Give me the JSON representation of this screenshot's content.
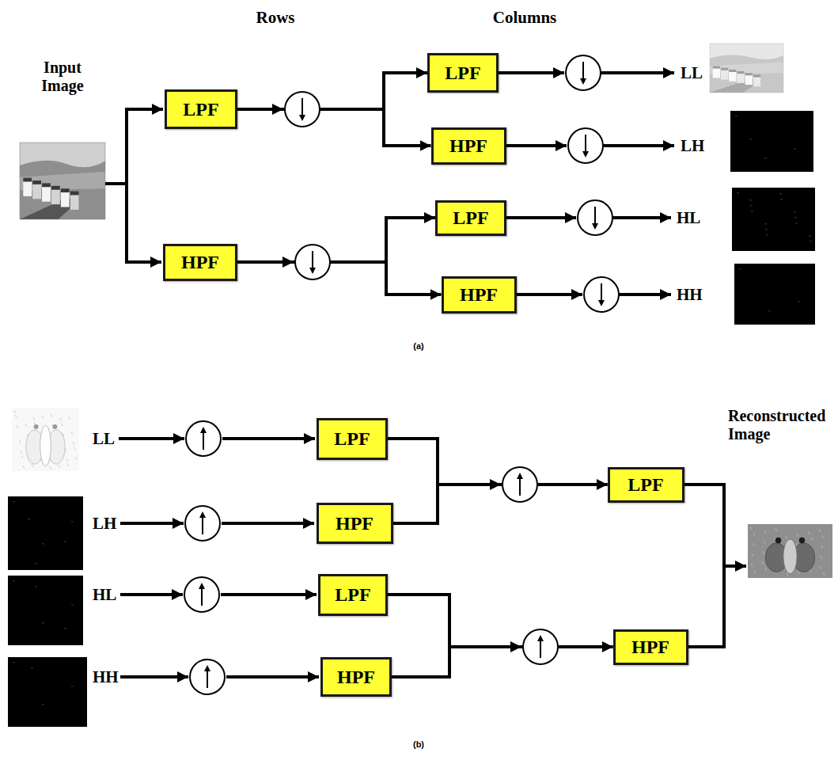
{
  "diagram": {
    "nodes": [
      {
        "text": [
          "LPF"
        ]
      },
      {
        "text": [
          "LPF"
        ]
      },
      {
        "text": [
          "HPF"
        ]
      },
      {
        "text": [
          "LPF"
        ]
      },
      {
        "text": [
          "HPF"
        ]
      },
      {
        "text": [
          "HPF"
        ]
      },
      {
        "text": [
          "LPF"
        ]
      },
      {
        "text": [
          "LPF"
        ]
      },
      {
        "text": [
          "HPF"
        ]
      },
      {
        "text": [
          "LPF"
        ]
      },
      {
        "text": [
          "HPF"
        ]
      },
      {
        "text": [
          "HPF"
        ]
      }
    ],
    "edges": [
      {
        "from": 1,
        "to": 0,
        "arrow": "to"
      },
      {
        "from": 1,
        "to": 2,
        "arrow": "to"
      },
      {
        "from": 4,
        "to": 3,
        "arrow": "to"
      },
      {
        "from": 4,
        "to": 5,
        "arrow": "to"
      },
      {
        "from": 6,
        "to": 7,
        "arrow": "to"
      },
      {
        "from": 8,
        "to": 7,
        "arrow": "to"
      },
      {
        "from": 9,
        "to": 10,
        "arrow": "to"
      },
      {
        "from": 11,
        "to": 10,
        "arrow": "to"
      }
    ],
    "labels": [
      "Rows",
      "Columns",
      "Input Image",
      "LL",
      "LH",
      "HL",
      "HH",
      "(a)",
      "LL",
      "LH",
      "HL",
      "HH",
      "Reconstructed Image",
      "(b)"
    ]
  }
}
